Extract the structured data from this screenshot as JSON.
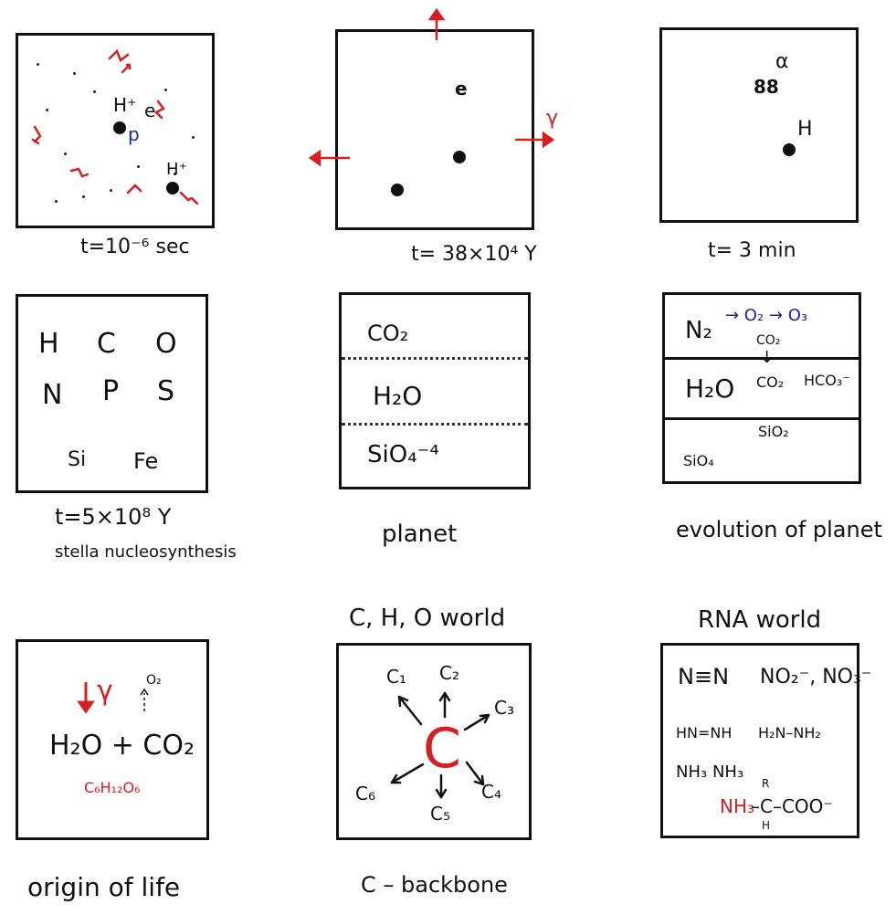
{
  "panels": {
    "p1": {
      "caption": "t=10⁻⁶ sec",
      "labels": {
        "h_plus_1": "H⁺",
        "p": "p",
        "e": "e",
        "h_plus_2": "H⁺"
      }
    },
    "p2": {
      "caption": "t= 38×10⁴ Y",
      "labels": {
        "e": "e",
        "gamma": "γ"
      }
    },
    "p3": {
      "caption": "t= 3 min",
      "labels": {
        "alpha": "α",
        "alpha_particle": "88",
        "h": "H"
      }
    },
    "p4": {
      "caption": "t=5×10⁸ Y",
      "subcaption": "stella nucleosynthesis",
      "elements": [
        "H",
        "C",
        "O",
        "N",
        "P",
        "S",
        "Si",
        "Fe"
      ]
    },
    "p5": {
      "caption": "planet",
      "layers": [
        "CO₂",
        "H₂O",
        "SiO₄⁻⁴"
      ]
    },
    "p6": {
      "caption": "evolution of planet",
      "labels": {
        "n2": "N₂",
        "o2_o3": "→ O₂ → O₃",
        "co2_top": "CO₂",
        "h2o": "H₂O",
        "co2_mid": "CO₂",
        "hco3": "HCO₃⁻",
        "sio2": "SiO₂",
        "sio4": "SiO₄"
      }
    },
    "p7": {
      "caption": "origin of life",
      "labels": {
        "gamma": "γ",
        "o2": "O₂",
        "eq": "H₂O + CO₂",
        "glucose": "C₆H₁₂O₆"
      }
    },
    "p8": {
      "title": "C, H, O  world",
      "caption": "C – backbone",
      "center": "C",
      "branches": [
        "C₁",
        "C₂",
        "C₃",
        "C₄",
        "C₅",
        "C₆"
      ]
    },
    "p9": {
      "title": "RNA world",
      "labels": {
        "n2": "N≡N",
        "nitrites": "NO₂⁻, NO₃⁻",
        "diazene": "HN=NH",
        "hydrazine": "H₂N–NH₂",
        "ammonia": "NH₃  NH₃",
        "r": "R",
        "amine": "NH₃",
        "backbone": "–C–COO⁻",
        "h": "H"
      }
    }
  },
  "colors": {
    "ink": "#111111",
    "red": "#d42020",
    "blue": "#1a2a8a"
  }
}
